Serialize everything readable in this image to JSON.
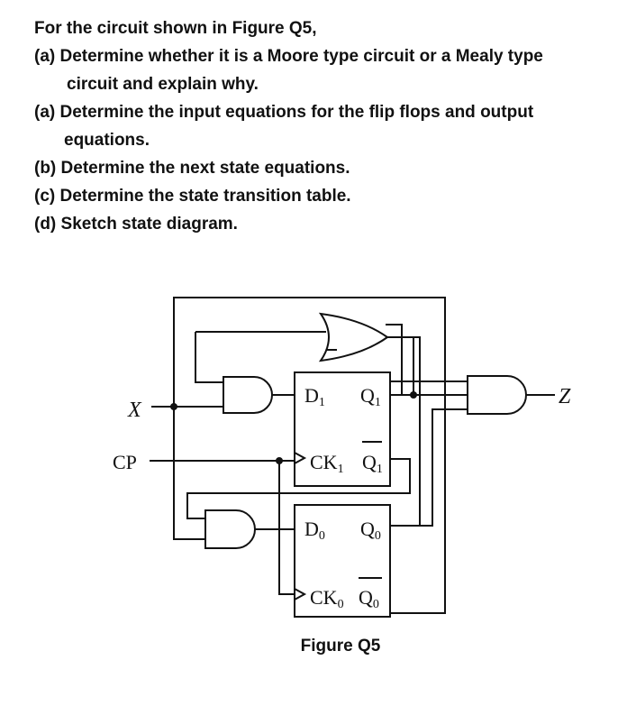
{
  "question": {
    "intro": "For the circuit shown in Figure Q5,",
    "part_a1_line1": "(a) Determine whether it is a Moore type circuit or a Mealy type",
    "part_a1_line2": "circuit and explain why.",
    "part_a2_line1": "(a) Determine the input equations for the flip flops and output",
    "part_a2_line2": "equations.",
    "part_b": "(b) Determine the next state equations.",
    "part_c": "(c) Determine the state transition table.",
    "part_d": "(d) Sketch state diagram."
  },
  "circuit": {
    "input_x": "X",
    "input_cp": "CP",
    "output_z": "Z",
    "ff1": {
      "d": "D",
      "q": "Q",
      "ck": "CK",
      "qbar": "Q",
      "index": "1"
    },
    "ff0": {
      "d": "D",
      "q": "Q",
      "ck": "CK",
      "qbar": "Q",
      "index": "0"
    }
  },
  "figure_caption": "Figure Q5"
}
